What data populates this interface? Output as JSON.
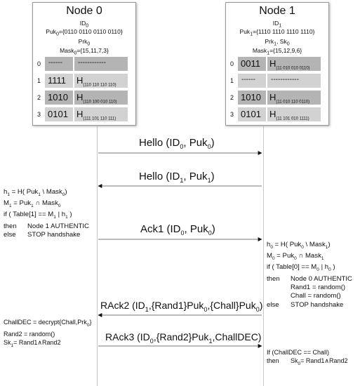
{
  "nodes": [
    {
      "title": "Node 0",
      "id_label": "ID",
      "id_sub": "0",
      "puk_label": "Puk",
      "puk_sub": "0",
      "puk_value": "={0110 0110 0110 0110}",
      "prk_label": "Prk",
      "prk_sub": "0",
      "mask_label": "Mask",
      "mask_sub": "0",
      "mask_value": "={15,11,7,3}",
      "table": [
        {
          "idx": "0",
          "bits": "------",
          "hash": "------------",
          "hash_sub": ""
        },
        {
          "idx": "1",
          "bits": "1111",
          "hash": "H",
          "hash_sub": "(110 110 110 110)"
        },
        {
          "idx": "2",
          "bits": "1010",
          "hash": "H",
          "hash_sub": "(110 100 010 110)"
        },
        {
          "idx": "3",
          "bits": "0101",
          "hash": "H",
          "hash_sub": "(111 101 110 111)"
        }
      ]
    },
    {
      "title": "Node 1",
      "id_label": "ID",
      "id_sub": "1",
      "puk_label": "Puk",
      "puk_sub": "1",
      "puk_value": "={1110 1110 1110 1110}",
      "prk_label": "Prk",
      "prk_sub": "1",
      "sk_label": "Sk",
      "sk_sub": "0",
      "mask_label": "Mask",
      "mask_sub": "1",
      "mask_value": "={15,12,9,6}",
      "table": [
        {
          "idx": "0",
          "bits": "0011",
          "hash": "H",
          "hash_sub": "(11 010 010 0110)"
        },
        {
          "idx": "1",
          "bits": "------",
          "hash": "------------",
          "hash_sub": ""
        },
        {
          "idx": "2",
          "bits": "1010",
          "hash": "H",
          "hash_sub": "(11 010 110 0110)"
        },
        {
          "idx": "3",
          "bits": "0101",
          "hash": "H",
          "hash_sub": "(11 101 010 1111)"
        }
      ]
    }
  ],
  "messages": {
    "hello0": {
      "pre": "Hello (ID",
      "s1": "0",
      "mid": ", Puk",
      "s2": "0",
      "post": ")"
    },
    "hello1": {
      "pre": "Hello (ID",
      "s1": "1",
      "mid": ", Puk",
      "s2": "1",
      "post": ")"
    },
    "ack1": {
      "pre": "Ack1 (ID",
      "s1": "0",
      "mid": ", Puk",
      "s2": "0",
      "post": ")"
    },
    "rack2": {
      "pre": "RAck2 (ID",
      "s1": "1",
      "post": ",{Rand1}Puk",
      "s2": "0",
      "post2": ",{Chall}Puk",
      "s3": "0",
      "post3": ")"
    },
    "rack3": {
      "pre": "RAck3 (ID",
      "s1": "0",
      "mid": ",{Rand2}Puk",
      "s2": "1",
      "post": ",ChallDEC)"
    }
  },
  "notes": {
    "left1": {
      "l1a": "h",
      "l1s1": "1",
      "l1b": " = H( Puk",
      "l1s2": "1",
      "l1c": " \\ Mask",
      "l1s3": "0",
      "l1d": ")",
      "l2a": "M",
      "l2s1": "1",
      "l2b": " = Puk",
      "l2s2": "1",
      "l2c": " ∩ Mask",
      "l2s3": "0",
      "l3a": "if ( Table[1] == M",
      "l3s1": "1",
      "l3b": " | h",
      "l3s2": "1",
      "l3c": " )",
      "l4a": "then",
      "l4b": "Node 1 AUTHENTIC",
      "l5a": "else",
      "l5b": "STOP handshake"
    },
    "right1": {
      "l1a": "h",
      "l1s1": "0",
      "l1b": " = H( Puk",
      "l1s2": "0",
      "l1c": " \\ Mask",
      "l1s3": "1",
      "l1d": ")",
      "l2a": "M",
      "l2s1": "0",
      "l2b": " = Puk",
      "l2s2": "0",
      "l2c": " ∩ Mask",
      "l2s3": "1",
      "l3a": "if ( Table[0] == M",
      "l3s1": "0",
      "l3b": " | h",
      "l3s2": "0",
      "l3c": " )",
      "l4a": "then",
      "l4b": "Node 0 AUTHENTIC",
      "l5b": "Rand1 = random()",
      "l6b": "Chall = random()",
      "l7a": "else",
      "l7b": "STOP handshake"
    },
    "left2": {
      "l1a": "ChallDEC = decrypt{Chall,Prk",
      "l1s1": "0",
      "l1b": "}",
      "l2a": "Rand2 = random()",
      "l3a": "Sk",
      "l3s1": "1",
      "l3b": "= Rand1∧Rand2"
    },
    "right2": {
      "l1a": "If (ChallDEC == Chall)",
      "l2a": "then",
      "l2b": "Sk",
      "l2s1": "0",
      "l2c": "= Rand1∧Rand2"
    }
  },
  "colors": {
    "row_dark": "#b4b4b4",
    "row_light": "#d2d2d2",
    "arrow": "#7a7a7a",
    "lifeline": "#c8c8c8"
  }
}
